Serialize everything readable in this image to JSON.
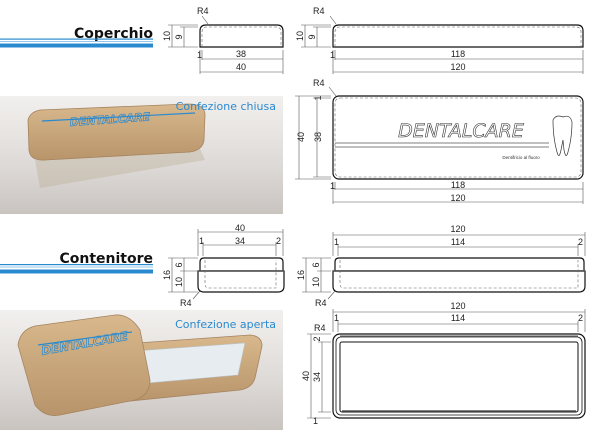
{
  "sections": {
    "lid": {
      "title": "Coperchio"
    },
    "container": {
      "title": "Contenitore"
    }
  },
  "photos": {
    "closed": {
      "caption": "Confezione chiusa"
    },
    "open": {
      "caption": "Confezione aperta"
    }
  },
  "brand": {
    "name": "DENTALCARE",
    "tagline": "Dentifricio al fluoro"
  },
  "colors": {
    "accent": "#2a8ad0",
    "wood": "#c9a57a"
  },
  "dims": {
    "lid_side_small": {
      "radius": "R4",
      "height": "10",
      "inner_height": "9",
      "offset": "1",
      "inner_width": "38",
      "width": "40"
    },
    "lid_side_large": {
      "radius": "R4",
      "height": "10",
      "inner_height": "9",
      "offset": "1",
      "inner_width": "118",
      "width": "120"
    },
    "lid_top": {
      "radius": "R4",
      "height": "40",
      "inner_height": "38",
      "offset_v": "1",
      "offset": "1",
      "inner_width": "118",
      "width": "120"
    },
    "cont_side_small": {
      "width": "40",
      "left": "1",
      "inner_width": "34",
      "right": "2",
      "height": "16",
      "upper": "6",
      "lower": "10",
      "radius": "R4"
    },
    "cont_side_large": {
      "width": "120",
      "left": "1",
      "inner_width": "114",
      "right": "2",
      "height": "16",
      "upper": "6",
      "lower": "10",
      "radius": "R4"
    },
    "cont_top": {
      "width": "120",
      "left": "1",
      "inner_width": "114",
      "right": "2",
      "height": "40",
      "inner_height": "34",
      "top": "2",
      "bottom": "1",
      "radius": "R4"
    }
  }
}
